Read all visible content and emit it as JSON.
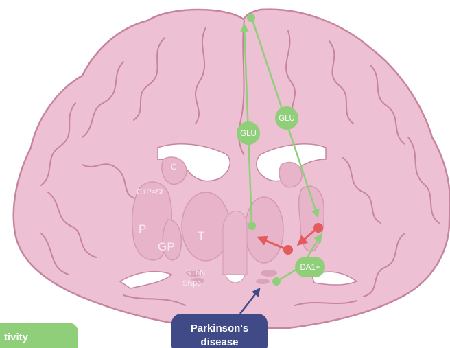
{
  "regions": {
    "caudate": "C",
    "striatum": "C+P=St",
    "putamen": "P",
    "globus_pallidus": "GP",
    "thalamus": "T",
    "subthalamic_nucleus": "SThN",
    "substantia_nigra": "SNpc"
  },
  "pathways": {
    "glu_vertical": "GLU",
    "glu_diagonal": "GLU",
    "dopamine": "DA1+"
  },
  "badges": {
    "disease_line1": "Parkinson's",
    "disease_line2": "disease",
    "activity_partial": "tivity"
  },
  "colors": {
    "brain_fill": "#eec0d4",
    "brain_outline": "#c7849f",
    "ventricle": "#ffffff",
    "pathway_green": "#8fcf7a",
    "pathway_red": "#e45a5f",
    "badge_navy": "#3f4a86",
    "badge_green": "#8fcf7a"
  }
}
